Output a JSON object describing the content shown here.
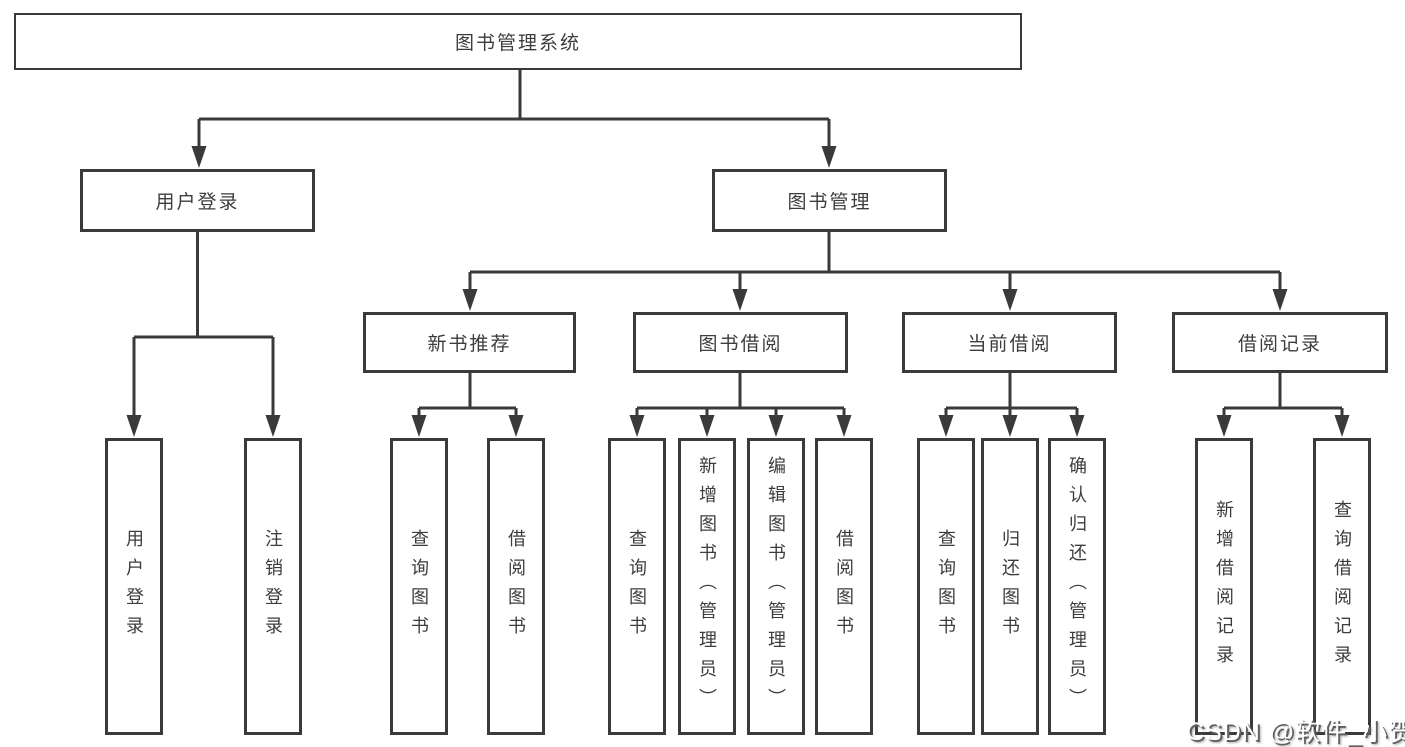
{
  "diagram": {
    "title": "图书管理系统",
    "level2": {
      "user_login": "用户登录",
      "book_management": "图书管理"
    },
    "level3": {
      "new_book_recommend": "新书推荐",
      "book_borrow": "图书借阅",
      "current_borrow": "当前借阅",
      "borrow_records": "借阅记录"
    },
    "leaves": {
      "user_login": "用户登录",
      "logout": "注销登录",
      "nb_query_books": "查询图书",
      "nb_borrow_books": "借阅图书",
      "bb_query_books": "查询图书",
      "bb_add_books": "新增图书（管理员）",
      "bb_edit_books": "编辑图书（管理员）",
      "bb_borrow_books": "借阅图书",
      "cb_query_books": "查询图书",
      "cb_return_books": "归还图书",
      "cb_confirm_return": "确认归还（管理员）",
      "br_add_record": "新增借阅记录",
      "br_query_record": "查询借阅记录"
    },
    "watermark": "CSDN @软件_小贺同学",
    "colors": {
      "line": "#3a3a3a",
      "text": "#3d3d3d",
      "background": "#ffffff",
      "watermark_text": "#ffffff",
      "watermark_shadow": "#5f5f5f"
    }
  }
}
